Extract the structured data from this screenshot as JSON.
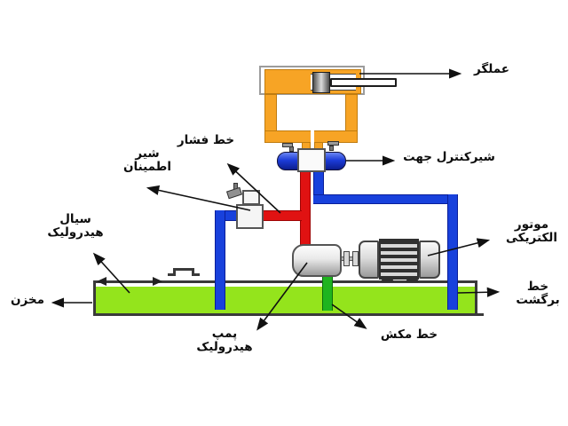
{
  "diagram": {
    "name": "hydraulic-system-diagram",
    "labels": {
      "actuator": "عملگر",
      "directional_valve": "شیرکنترل جهت",
      "pressure_line": "خط فشار",
      "relief_valve_l1": "شیر",
      "relief_valve_l2": "اطمینان",
      "hydraulic_fluid_l1": "سیال",
      "hydraulic_fluid_l2": "هیدرولیک",
      "reservoir": "مخزن",
      "pump_l1": "پمپ",
      "pump_l2": "هیدرولیک",
      "suction_line": "خط مکش",
      "motor_l1": "موتور",
      "motor_l2": "الکتریکی",
      "return_line_l1": "خط",
      "return_line_l2": "برگشت"
    },
    "colors": {
      "actuator_orange": "#f7a425",
      "pressure_red": "#e01212",
      "return_blue": "#1841dc",
      "suction_green": "#1fb41f",
      "fluid_green": "#94e41c",
      "valve_cap_blue": "#1c3cd8",
      "outline_gray": "#555555",
      "label_black": "#0d0d0d"
    }
  }
}
